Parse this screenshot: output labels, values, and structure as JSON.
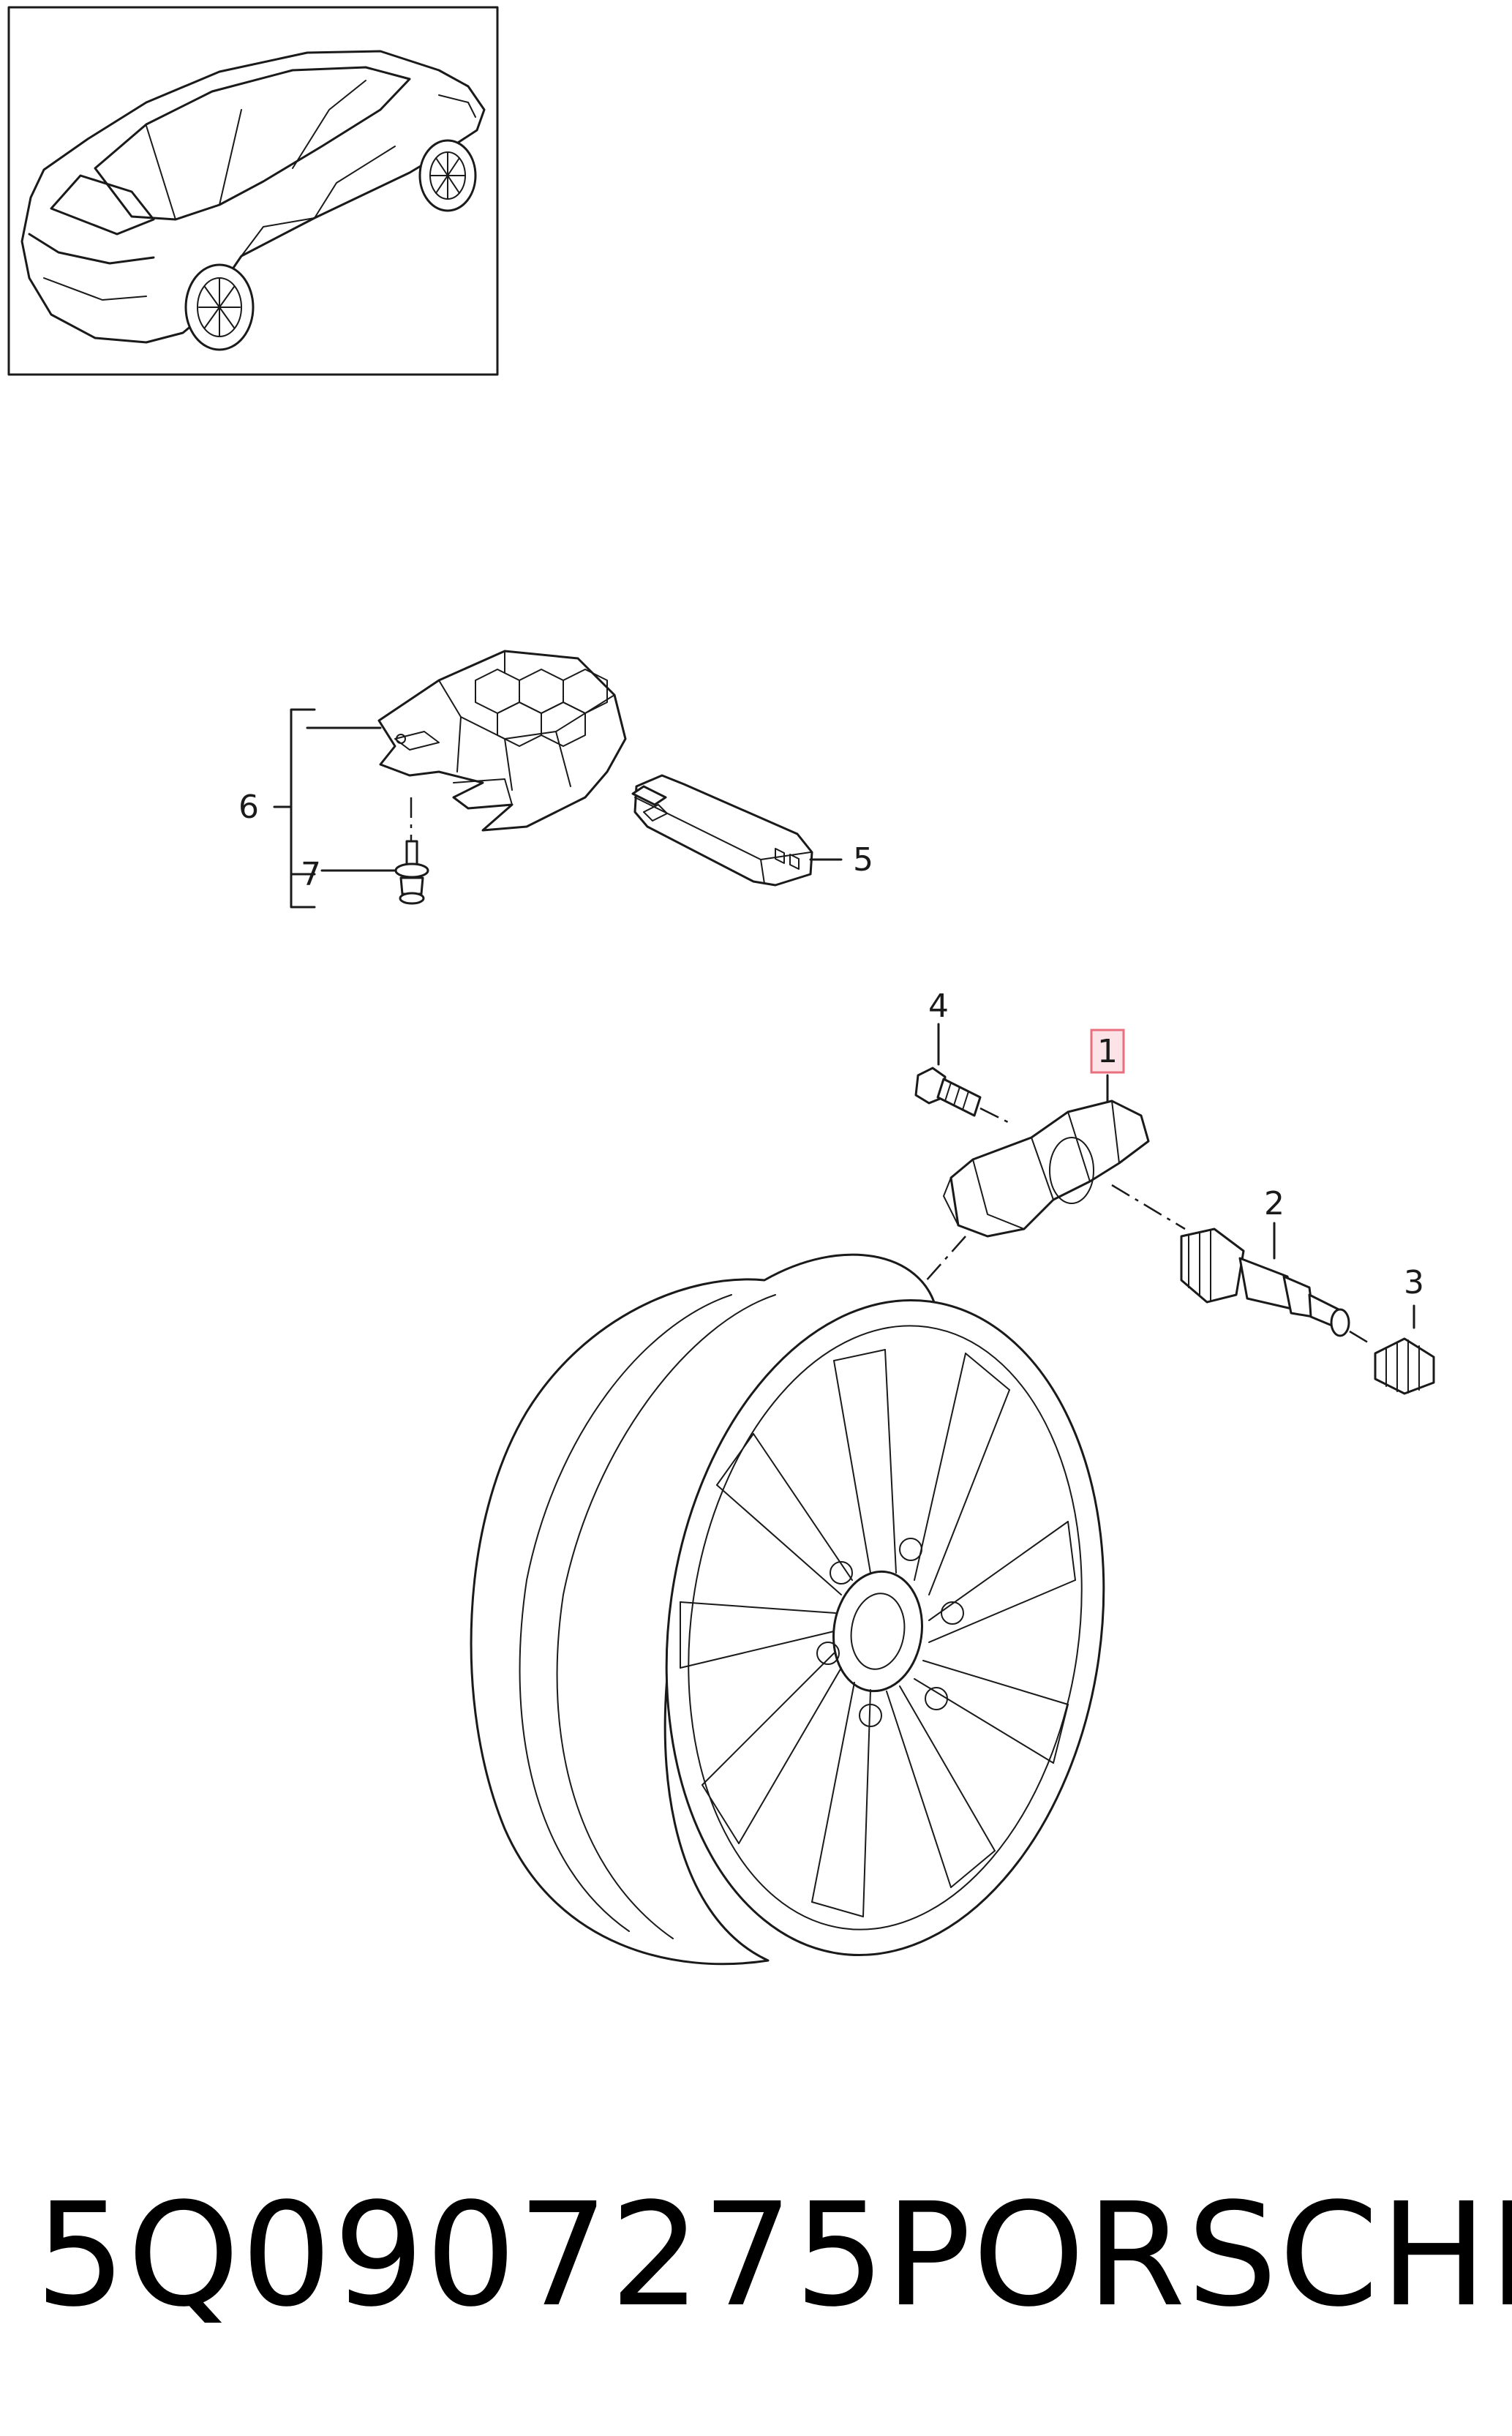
{
  "callouts": {
    "c1": "1",
    "c2": "2",
    "c3": "3",
    "c4": "4",
    "c5": "5",
    "c6": "6",
    "c7": "7"
  },
  "caption": {
    "part_number": "5Q0907275",
    "brand": "PORSCHE"
  },
  "colors": {
    "line": "#1a1a1a",
    "highlight_border": "#e8707e",
    "highlight_fill": "#fbe3e7"
  },
  "icons": {
    "overview": "car-overview-icon",
    "bracket": "sensor-bracket-icon",
    "sensor": "tpms-sensor-icon",
    "wheel": "wheel-rim-icon"
  }
}
